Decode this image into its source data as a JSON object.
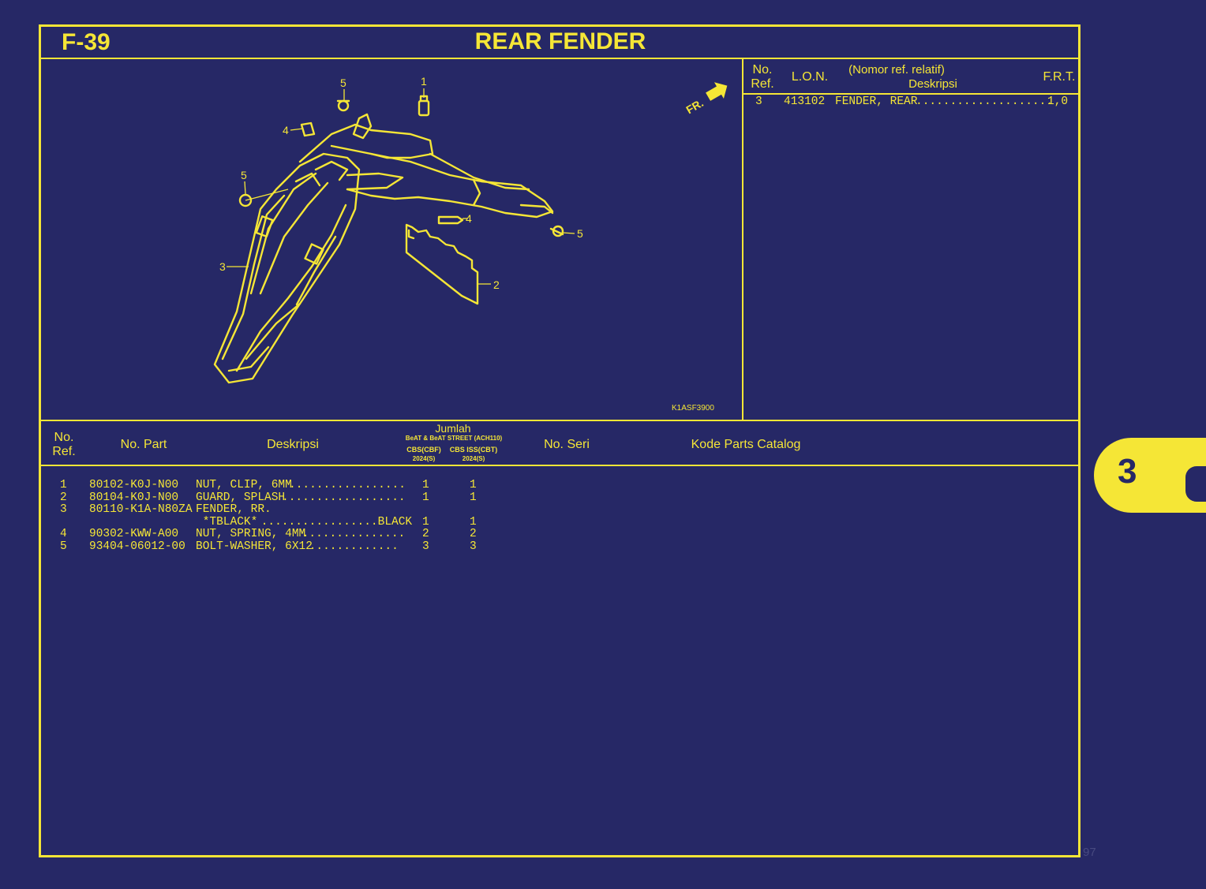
{
  "page": {
    "code": "F-39",
    "title": "REAR FENDER",
    "illustration_code": "K1ASF3900",
    "page_number": "97"
  },
  "illustration": {
    "front_marker": "FR.",
    "callouts": [
      "1",
      "2",
      "3",
      "4",
      "5"
    ]
  },
  "frt_table": {
    "headers": {
      "no_ref": "No. Ref.",
      "lon": "L.O.N.",
      "desc_top": "(Nomor ref. relatif)",
      "desc_bottom": "Deskripsi",
      "frt": "F.R.T."
    },
    "rows": [
      {
        "ref": "3",
        "lon": "413102",
        "desc": "FENDER, REAR",
        "dots": "....................",
        "frt": "1,0"
      }
    ]
  },
  "parts_table": {
    "headers": {
      "no_ref": "No. Ref.",
      "no_part": "No. Part",
      "deskripsi": "Deskripsi",
      "jumlah": "Jumlah",
      "models": "BeAT & BeAT STREET (ACH110)",
      "col1": "CBS(CBF)",
      "col1_year": "2024(S)",
      "col2": "CBS ISS(CBT)",
      "col2_year": "2024(S)",
      "no_seri": "No. Seri",
      "kode": "Kode Parts Catalog"
    },
    "rows": [
      {
        "ref": "1",
        "part": "80102-K0J-N00",
        "desc": "NUT, CLIP, 6MM",
        "dots": ".................",
        "q1": "1",
        "q2": "1"
      },
      {
        "ref": "2",
        "part": "80104-K0J-N00",
        "desc": "GUARD, SPLASH",
        "dots": "..................",
        "q1": "1",
        "q2": "1"
      },
      {
        "ref": "3",
        "part": "80110-K1A-N80ZA",
        "desc": "FENDER, RR.",
        "dots": "",
        "q1": "",
        "q2": ""
      },
      {
        "ref": "",
        "part": "",
        "desc": " *TBLACK*",
        "dots": " .................BLACK",
        "q1": "1",
        "q2": "1"
      },
      {
        "ref": "4",
        "part": "90302-KWW-A00",
        "desc": "NUT, SPRING, 4MM",
        "dots": " ...............",
        "q1": "2",
        "q2": "2"
      },
      {
        "ref": "5",
        "part": "93404-06012-00",
        "desc": "BOLT-WASHER, 6X12",
        "dots": " .............",
        "q1": "3",
        "q2": "3"
      }
    ]
  },
  "side_tab": {
    "label": "3"
  }
}
